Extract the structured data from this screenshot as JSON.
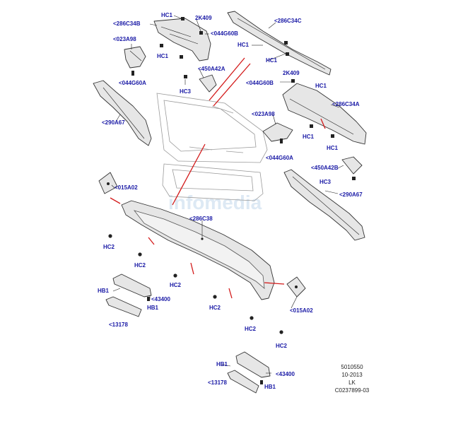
{
  "watermark": "infomedia",
  "labels": {
    "l1": "HC1",
    "l2": "2K409",
    "l3": "<286C34B",
    "l4": "<044G60B",
    "l5": "<286C34C",
    "l6": "<023A98",
    "l7": "HC1",
    "l8": "HC1",
    "l9": "HC1",
    "l10": "<450A42A",
    "l11": "<044G60A",
    "l12": "HC3",
    "l13": "2K409",
    "l14": "<044G60B",
    "l15": "HC1",
    "l16": "<286C34A",
    "l17": "<290A67",
    "l18": "<023A98",
    "l19": "HC1",
    "l20": "HC1",
    "l21": "<044G60A",
    "l22": "<450A42B",
    "l23": "HC3",
    "l24": "<290A67",
    "l25": "<015A02",
    "l26": "<286C38",
    "l27": "HC2",
    "l28": "HC2",
    "l29": "HC2",
    "l30": "HB1",
    "l31": "<43400",
    "l32": "HB1",
    "l33": "HC2",
    "l34": "<015A02",
    "l35": "<13178",
    "l36": "HC2",
    "l37": "HC2",
    "l38": "HB1",
    "l39": "<43400",
    "l40": "<13178",
    "l41": "HB1"
  },
  "reference": {
    "number": "5010550",
    "date": "10-2013",
    "code": "LK",
    "id": "C0237899-03"
  }
}
